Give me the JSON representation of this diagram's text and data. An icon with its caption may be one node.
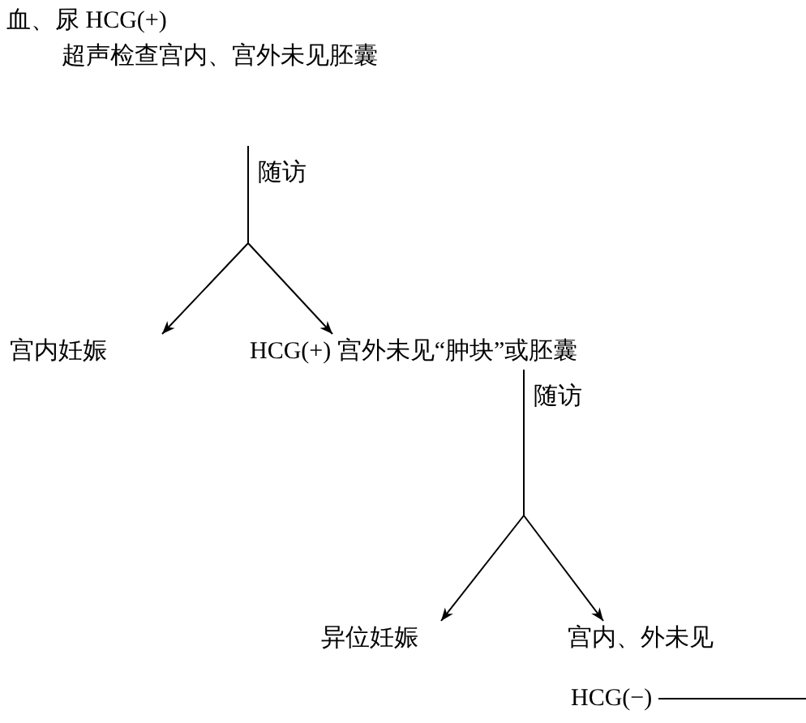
{
  "diagram": {
    "nodes": [
      {
        "text": [
          "血、尿 HCG(+)",
          "超声检查宫内、宫外未见胚囊"
        ]
      },
      {
        "text": [
          "宫内妊娠"
        ]
      },
      {
        "text": [
          "HCG(+) 宫外未见“肿块”或胚囊"
        ]
      },
      {
        "text": [
          "异位妊娠"
        ]
      },
      {
        "text": [
          "宫内、外未见"
        ]
      },
      {
        "text": [
          "HCG(−)"
        ]
      }
    ],
    "edges": [
      {
        "from": 0,
        "to": 1,
        "arrow": "to",
        "label": "随访"
      },
      {
        "from": 0,
        "to": 2,
        "arrow": "to"
      },
      {
        "from": 2,
        "to": 3,
        "arrow": "to",
        "label": "随访"
      },
      {
        "from": 2,
        "to": 4,
        "arrow": "to"
      },
      {
        "from": 5,
        "to": null,
        "arrow": "none"
      }
    ]
  }
}
